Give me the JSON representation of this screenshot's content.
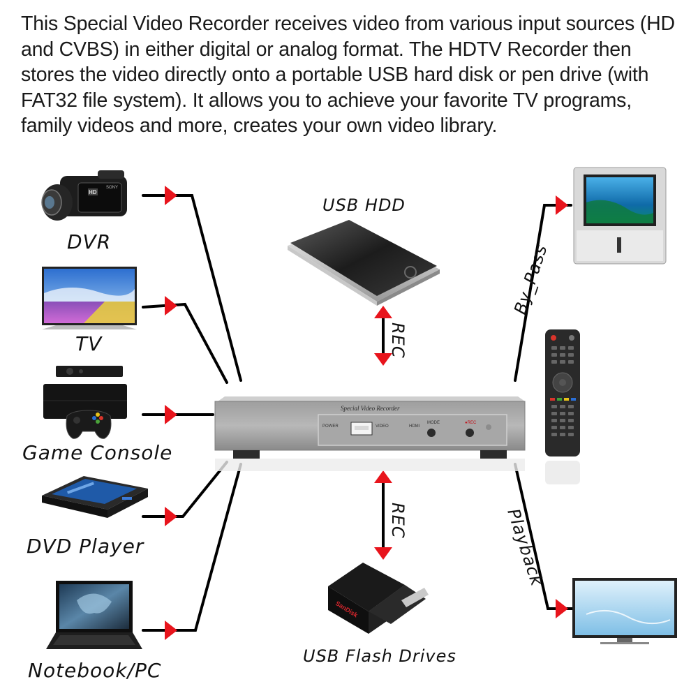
{
  "description_text": "This Special Video Recorder receives video from various input sources (HD and CVBS) in either digital or analog format. The HDTV Recorder then stores the video directly onto a portable USB hard disk or pen drive (with FAT32 file system). It allows you to achieve your favorite TV programs, family videos and more, creates your own video library.",
  "inputs": {
    "dvr": "DVR",
    "tv": "TV",
    "game_console": "Game Console",
    "dvd_player": "DVD Player",
    "notebook_pc": "Notebook/PC"
  },
  "storage": {
    "usb_hdd": "USB HDD",
    "usb_flash": "USB Flash Drives",
    "rec_upper": "REC",
    "rec_lower": "REC"
  },
  "outputs": {
    "bypass": "By_Pass",
    "playback": "Playback"
  },
  "recorder": {
    "title": "Special Video Recorder",
    "power": "POWER",
    "video": "VIDEO",
    "hdmi": "HDMI",
    "mode": "MODE",
    "rec": "●REC"
  },
  "camcorder": {
    "badge": "HD",
    "brand": "SONY"
  },
  "flash_drive": {
    "brand": "SanDisk"
  },
  "colors": {
    "arrow": "#e8141c",
    "wire": "#000000",
    "recorder_body": "#a8a8a8",
    "remote_body": "#2a2a2a"
  }
}
